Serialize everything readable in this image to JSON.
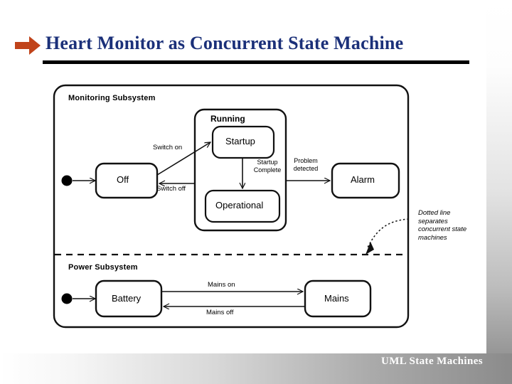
{
  "slide": {
    "title": "Heart Monitor as Concurrent State Machine",
    "footer": "UML State Machines",
    "title_color": "#1b3079",
    "arrow_color": "#c0431a",
    "rule_color": "#000000"
  },
  "diagram": {
    "type": "uml-state-machine",
    "regions": [
      {
        "id": "monitoring",
        "label": "Monitoring Subsystem",
        "states": [
          {
            "id": "off",
            "label": "Off"
          },
          {
            "id": "running",
            "label": "Running",
            "composite": true,
            "substates": [
              {
                "id": "startup",
                "label": "Startup"
              },
              {
                "id": "operational",
                "label": "Operational"
              }
            ]
          },
          {
            "id": "alarm",
            "label": "Alarm"
          }
        ],
        "initial_state": "off",
        "transitions": [
          {
            "from": "off",
            "to": "startup",
            "label": "Switch on"
          },
          {
            "from": "running",
            "to": "off",
            "label": "Switch off"
          },
          {
            "from": "startup",
            "to": "operational",
            "label": "Startup\nComplete",
            "label_line1": "Startup",
            "label_line2": "Complete"
          },
          {
            "from": "running",
            "to": "alarm",
            "label": "Problem\ndetected",
            "label_line1": "Problem",
            "label_line2": "detected"
          }
        ]
      },
      {
        "id": "power",
        "label": "Power Subsystem",
        "states": [
          {
            "id": "battery",
            "label": "Battery"
          },
          {
            "id": "mains",
            "label": "Mains"
          }
        ],
        "initial_state": "battery",
        "transitions": [
          {
            "from": "battery",
            "to": "mains",
            "label": "Mains on"
          },
          {
            "from": "mains",
            "to": "battery",
            "label": "Mains off"
          }
        ]
      }
    ],
    "separator": {
      "style": "dashed",
      "meaning": "concurrent region divider"
    },
    "annotation": {
      "text": "Dotted line separates concurrent state machines",
      "line1": "Dotted line",
      "line2": "separates",
      "line3": "concurrent state",
      "line4": "machines",
      "style": "italic"
    }
  }
}
